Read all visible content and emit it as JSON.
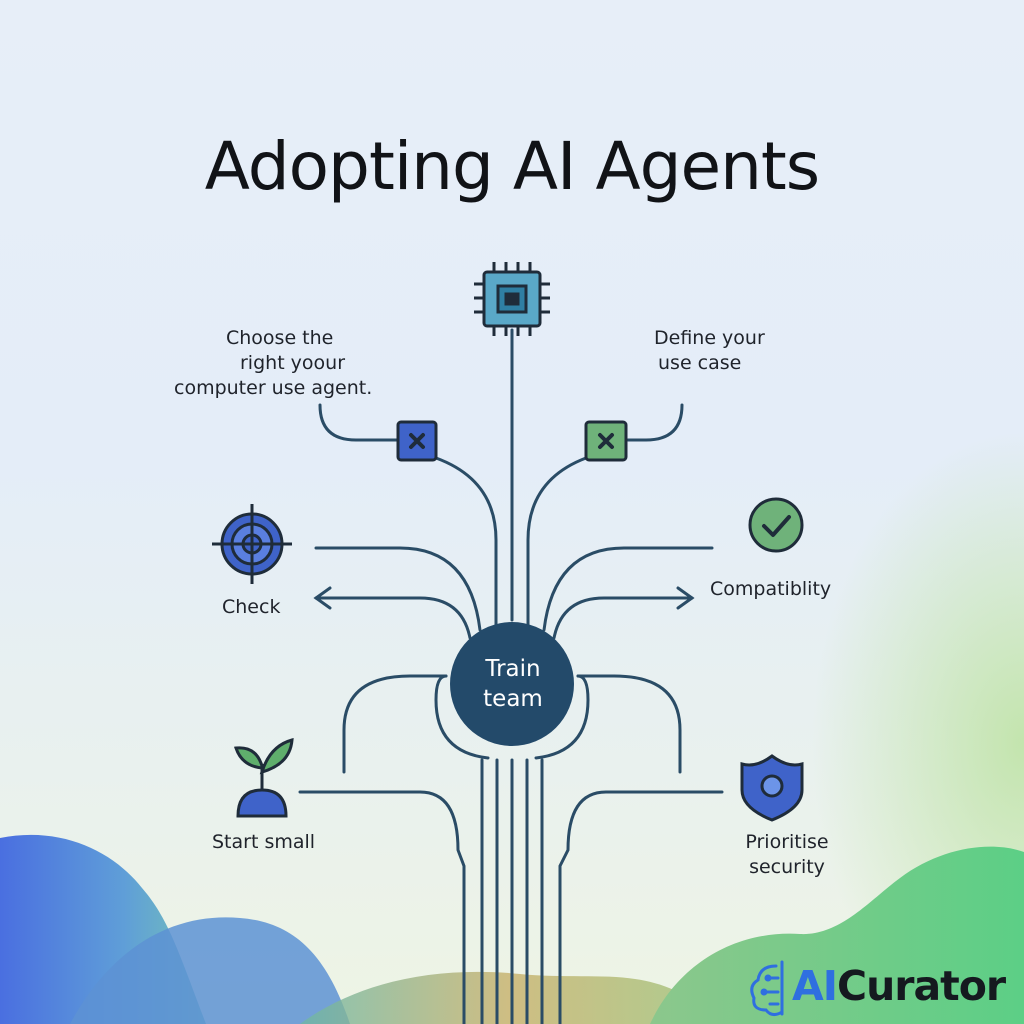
{
  "title": "Adopting AI Agents",
  "center": {
    "line1": "Train",
    "line2": "team"
  },
  "labels": {
    "choose": [
      "Choose the",
      "right yoour",
      "computer use agent."
    ],
    "define": [
      "Define your",
      "use case"
    ],
    "check": "Check",
    "compat": "Compatiblity",
    "start": "Start small",
    "prioritise": [
      "Prioritise",
      "security"
    ]
  },
  "brand": {
    "part1": "AI",
    "part2": "Curator"
  },
  "icons": {
    "top": "cpu-chip-icon",
    "left_node": "x-node-icon",
    "right_node": "x-node-icon",
    "target": "target-icon",
    "check": "checkmark-circle-icon",
    "sprout": "sprout-icon",
    "shield": "shield-icon",
    "brain": "brain-circuit-icon"
  },
  "colors": {
    "line": "#2a4c66",
    "center_circle": "#234a6a",
    "accent_blue": "#3f63c9",
    "accent_green": "#5fae6c",
    "chip_fill": "#5aa8c8",
    "brand_blue": "#2f6fe0"
  }
}
